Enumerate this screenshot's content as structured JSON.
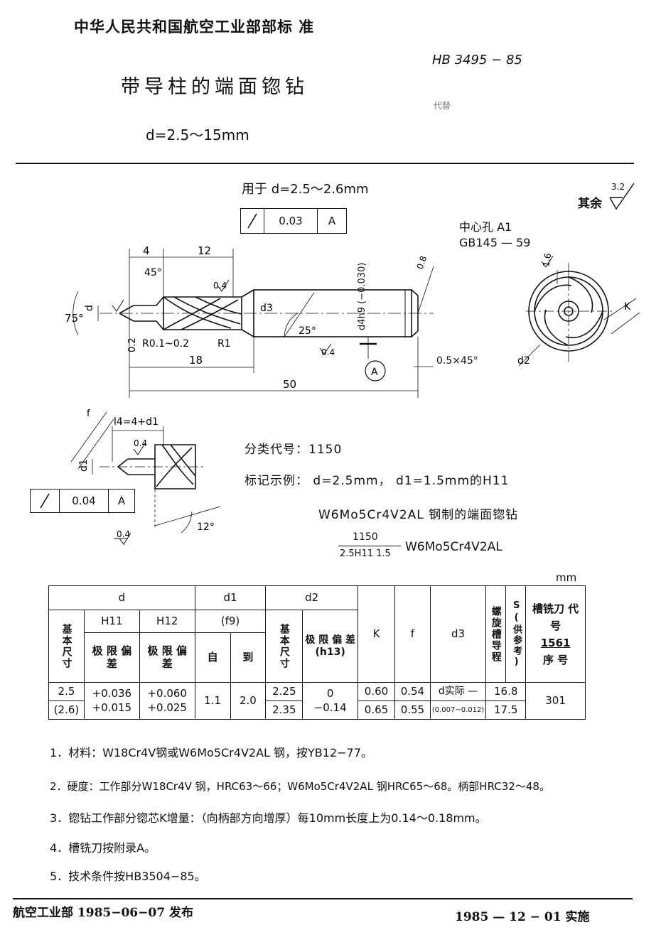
{
  "header": {
    "issuer": "中华人民共和国航空工业部部标 准",
    "standard_no": "HB 3495 − 85",
    "replaces": "代替",
    "title": "带导柱的端面锪钻",
    "range": "d=2.5～15mm"
  },
  "drawing": {
    "caption": "用于 d=2.5～2.6mm",
    "rest_roughness_label": "其余",
    "rest_roughness_value": "3.2",
    "center_hole_label": "中心孔 A1",
    "center_hole_std": "GB145 — 59",
    "tol_runout_value": "0.03",
    "tol_runout_datum": "A",
    "shank_dim": "d4h9 (−0.030)",
    "dims": {
      "angle_75": "75°",
      "angle_45": "45°",
      "dim_4": "4",
      "dim_12": "12",
      "dim_18": "18",
      "dim_50": "50",
      "chamfer": "0.5×45°",
      "r1": "R0.1~0.2",
      "r2": "R1",
      "r_02": "0.2",
      "angle_25": "25°",
      "d_label": "d",
      "d3_label": "d3",
      "d2_label": "d2",
      "k_label": "K",
      "f_label": "f",
      "rough_04a": "0.4",
      "rough_04b": "0.4",
      "rough_08": "0.8",
      "rough_16": "1.6",
      "datum": "A"
    },
    "detail": {
      "l4": "l4=4+d1",
      "d1": "d1",
      "f": "f",
      "rough": "0.4",
      "rough2": "0.4",
      "tol_value": "0.04",
      "tol_datum": "A",
      "angle_12": "12°"
    }
  },
  "classification": {
    "code_line": "分类代号：1150",
    "example_line1": "标记示例： d=2.5mm， d1=1.5mm的H11",
    "example_line2": "W6Mo5Cr4V2AL 钢制的端面锪钻",
    "marking_top": "1150",
    "marking_bottom": "2.5H11  1.5",
    "marking_material": "W6Mo5Cr4V2AL"
  },
  "table": {
    "unit": "mm",
    "headers": {
      "d": "d",
      "d1": "d1",
      "d1_fit": "(f9)",
      "d2": "d2",
      "k": "K",
      "f": "f",
      "d3": "d3",
      "helix": "螺旋槽导程",
      "s_ref": "S(供参考)",
      "cutter_code": "槽铣刀 代 号",
      "cutter_code_no": "1561",
      "cutter_seq": "序 号",
      "basic_size": "基本尺寸",
      "h11": "H11",
      "h12": "H12",
      "limit_dev": "极 限 偏 差",
      "from": "自",
      "to": "到",
      "d2_basic": "基本尺寸",
      "d2_limit": "极 限 偏 差 (h13)"
    },
    "rows": [
      {
        "d": "2.5",
        "h11": "+0.036",
        "h12": "+0.060",
        "d2": "2.25",
        "k": "0.60",
        "f": "0.54",
        "d3": "d实际 —",
        "s": "16.8"
      },
      {
        "d": "(2.6)",
        "h11": "+0.015",
        "h12": "+0.025",
        "d2": "2.35",
        "k": "0.65",
        "f": "0.55",
        "d3": "(0.007~0.012)",
        "s": "17.5"
      }
    ],
    "d1_from": "1.1",
    "d1_to": "2.0",
    "d2_dev_top": "0",
    "d2_dev_bottom": "−0.14",
    "cutter_seq_val": "301"
  },
  "notes": [
    "1．材料：W18Cr4V钢或W6Mo5Cr4V2AL 钢，按YB12−77。",
    "2．硬度：工作部分W18Cr4V 钢，HRC63～66；W6Mo5Cr4V2AL 钢HRC65～68。柄部HRC32～48。",
    "3．锪钻工作部分锪芯K增量：（向柄部方向增厚）每10mm长度上为0.14～0.18mm。",
    "4．槽铣刀按附录A。",
    "5．技术条件按HB3504−85。"
  ],
  "footer": {
    "left": "航空工业部 1985−06−07  发布",
    "right": "1985 — 12 − 01  实施"
  }
}
